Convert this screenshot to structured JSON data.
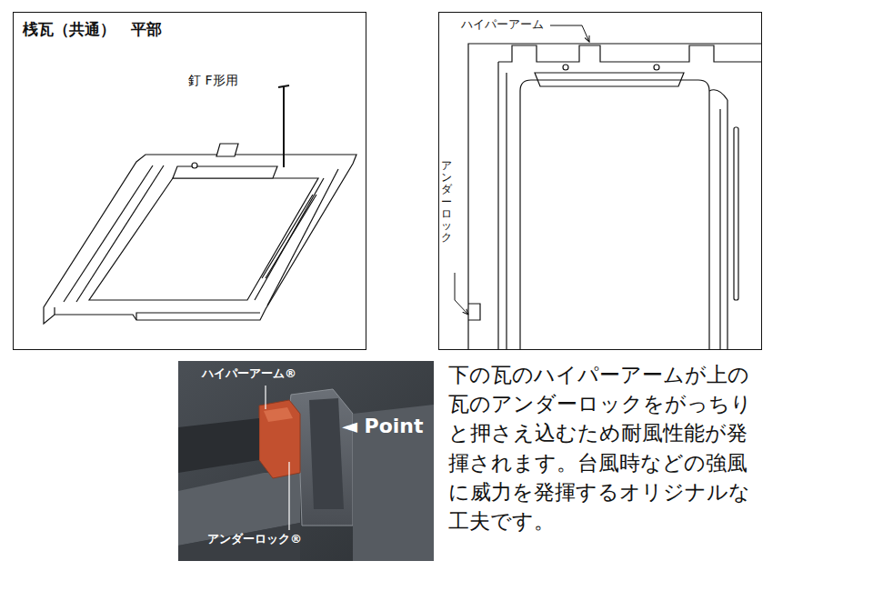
{
  "diagram": {
    "nodes": [
      {
        "text": [
          "桟瓦（共通）　平部",
          "釘 F形用"
        ]
      },
      {
        "text": [
          "ハイパーアーム",
          "アンダーロック"
        ]
      },
      {
        "text": [
          "ハイパーアーム®",
          "◄ Point",
          "アンダーロック®"
        ]
      }
    ],
    "labels": [
      "下の瓦のハイパーアームが上の瓦のアンダーロックをがっちりと押さえ込むため耐風性能が発揮されます。台風時などの強風に威力を発揮するオリジナルな工夫です。"
    ]
  }
}
